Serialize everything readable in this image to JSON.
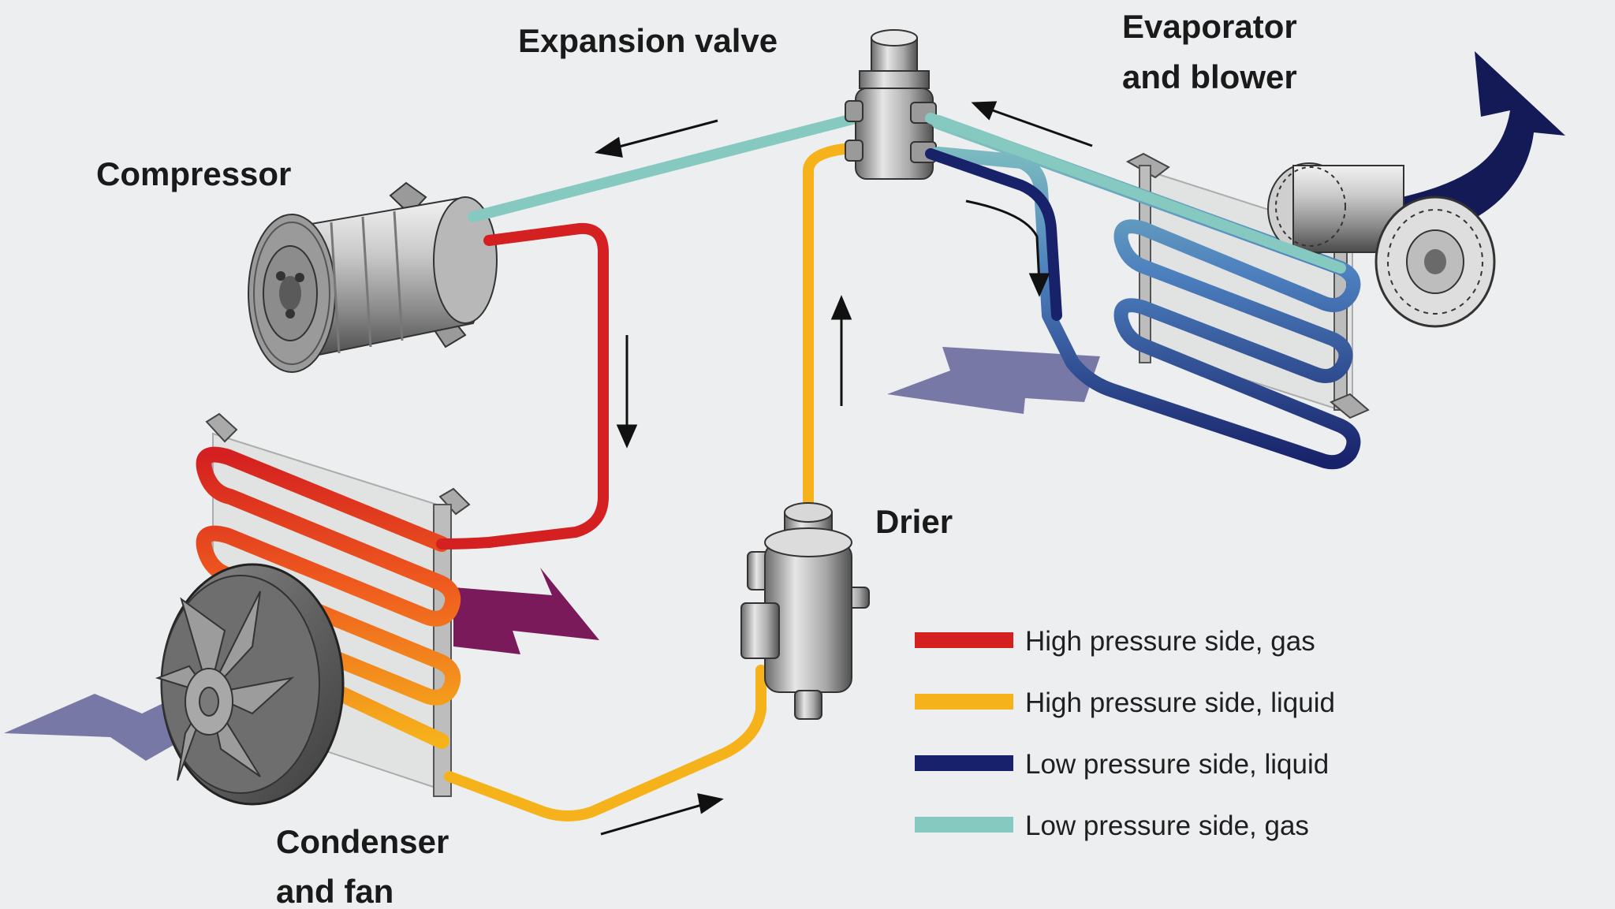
{
  "labels": {
    "expansion_valve": "Expansion valve",
    "evaporator_line1": "Evaporator",
    "evaporator_line2": "and blower",
    "compressor": "Compressor",
    "drier": "Drier",
    "condenser_line1": "Condenser",
    "condenser_line2": "and fan"
  },
  "legend": [
    {
      "label": "High pressure side, gas",
      "color": "#d42020"
    },
    {
      "label": "High pressure side, liquid",
      "color": "#f6b21b"
    },
    {
      "label": "Low pressure side, liquid",
      "color": "#18226a"
    },
    {
      "label": "Low pressure side, gas",
      "color": "#86c9c0"
    }
  ],
  "icons": [
    "compressor-icon",
    "condenser-icon",
    "fan-icon",
    "drier-icon",
    "expansion-valve-icon",
    "evaporator-icon",
    "blower-icon",
    "airflow-arrow-icon",
    "flow-arrow-icon"
  ],
  "colors": {
    "background": "#eceeef",
    "airflow_in": "#6c6a9e",
    "airflow_hot": "#7a1a5a",
    "airflow_cold": "#141a56"
  }
}
